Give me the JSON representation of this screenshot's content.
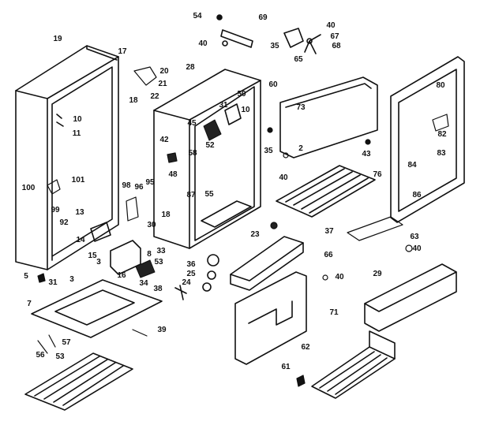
{
  "diagram": {
    "callouts": [
      "54",
      "69",
      "40",
      "35",
      "40",
      "67",
      "65",
      "68",
      "19",
      "17",
      "20",
      "21",
      "18",
      "22",
      "28",
      "60",
      "73",
      "80",
      "50",
      "31",
      "10",
      "45",
      "52",
      "42",
      "58",
      "35",
      "2",
      "43",
      "82",
      "83",
      "84",
      "10",
      "11",
      "100",
      "101",
      "48",
      "98",
      "96",
      "95",
      "87",
      "55",
      "40",
      "76",
      "86",
      "99",
      "13",
      "92",
      "14",
      "18",
      "30",
      "23",
      "37",
      "63",
      "40",
      "66",
      "15",
      "3",
      "8",
      "33",
      "53",
      "36",
      "25",
      "24",
      "38",
      "5",
      "31",
      "3",
      "16",
      "34",
      "40",
      "7",
      "71",
      "29",
      "39",
      "57",
      "56",
      "53",
      "62",
      "61"
    ]
  }
}
